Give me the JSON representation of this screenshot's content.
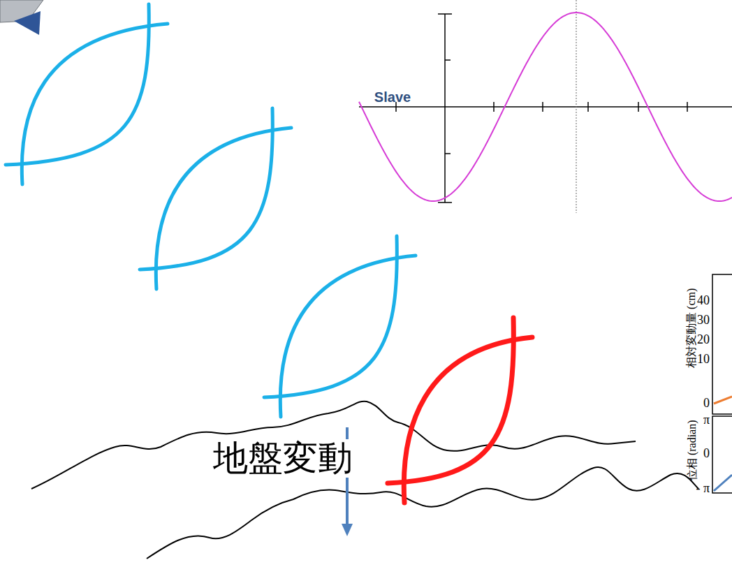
{
  "diagram": {
    "labels": [
      "Slave",
      "地盤変動",
      "相対変動量 (cm)",
      "40",
      "30",
      "20",
      "10",
      "0",
      "位相 (radian)",
      "π",
      "0",
      "- π"
    ]
  }
}
